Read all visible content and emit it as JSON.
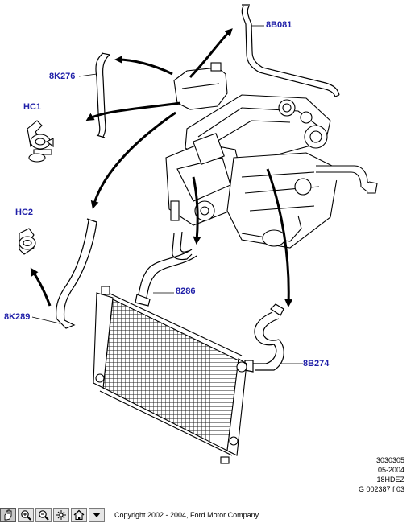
{
  "callouts": {
    "hose_8b081": "8B081",
    "hose_8k276": "8K276",
    "clip_hc1": "HC1",
    "clip_hc2": "HC2",
    "hose_8286": "8286",
    "hose_8k289": "8K289",
    "hose_8b274": "8B274"
  },
  "reference_block": {
    "line1": "3030305",
    "line2": "05-2004",
    "line3": "18HDEZ",
    "line4": "G 002387 f 03"
  },
  "toolbar": {
    "buttons": [
      {
        "icon": "pan-hand-icon"
      },
      {
        "icon": "zoom-in-icon"
      },
      {
        "icon": "zoom-out-icon"
      },
      {
        "icon": "fit-to-window-icon"
      },
      {
        "icon": "home-icon"
      },
      {
        "icon": "dropdown-arrow-icon"
      }
    ],
    "copyright": "Copyright 2002 - 2004, Ford Motor Company"
  },
  "colors": {
    "callout_text": "#1f1fa8",
    "line_art": "#000000",
    "background": "#ffffff"
  }
}
